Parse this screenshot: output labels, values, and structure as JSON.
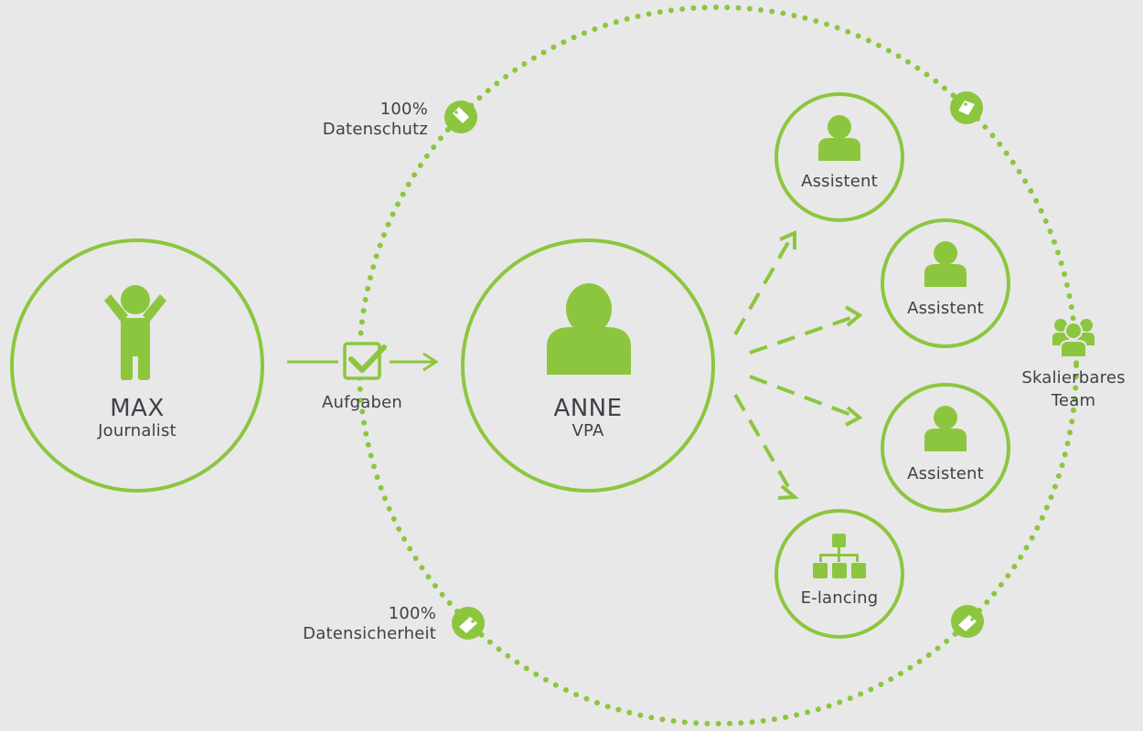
{
  "colors": {
    "accent": "#8cc63f",
    "background": "#e8e8e8",
    "text": "#3e4148"
  },
  "max": {
    "name": "MAX",
    "role": "Journalist",
    "icon": "person-cheering-icon"
  },
  "tasks": {
    "label": "Aufgaben",
    "icon": "checkbox-checked-icon"
  },
  "anne": {
    "name": "ANNE",
    "role": "VPA",
    "icon": "person-icon"
  },
  "privacy": {
    "percent": "100%",
    "label": "Datenschutz",
    "icon": "tag-icon"
  },
  "security": {
    "percent": "100%",
    "label": "Datensicherheit",
    "icon": "tag-icon"
  },
  "team": {
    "line1": "Skalierbares",
    "line2": "Team",
    "icon": "group-icon"
  },
  "team_nodes": [
    {
      "label": "Assistent",
      "icon": "person-icon"
    },
    {
      "label": "Assistent",
      "icon": "person-icon"
    },
    {
      "label": "Assistent",
      "icon": "person-icon"
    },
    {
      "label": "E-lancing",
      "icon": "org-chart-icon"
    }
  ]
}
